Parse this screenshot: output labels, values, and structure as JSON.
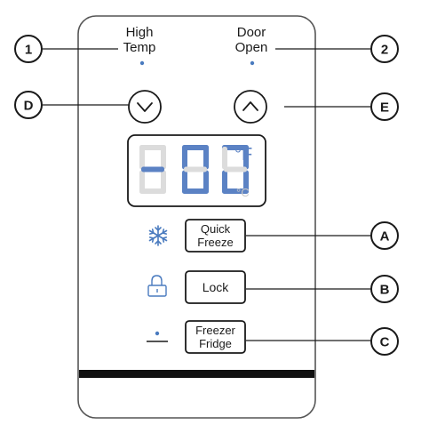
{
  "indicators": [
    {
      "callout": "1",
      "label_line1": "High",
      "label_line2": "Temp"
    },
    {
      "callout": "2",
      "label_line1": "Door",
      "label_line2": "Open"
    }
  ],
  "arrow_buttons": [
    {
      "callout": "D",
      "direction": "down",
      "icon": "chevron-down-icon"
    },
    {
      "callout": "E",
      "direction": "up",
      "icon": "chevron-up-icon"
    }
  ],
  "display": {
    "units": {
      "fahrenheit": "°F",
      "celsius": "°C"
    },
    "active_unit": "fahrenheit",
    "segment_color_on": "#5b82c4",
    "segment_color_off": "#dcdcdc",
    "digits": [
      {
        "on": [
          "g"
        ]
      },
      {
        "on": [
          "a",
          "b",
          "c",
          "d",
          "e",
          "f"
        ]
      },
      {
        "on": [
          "a",
          "b",
          "c",
          "d",
          "e"
        ]
      }
    ]
  },
  "keys": [
    {
      "callout": "A",
      "line1": "Quick",
      "line2": "Freeze",
      "icon": "snowflake-icon"
    },
    {
      "callout": "B",
      "line1": "Lock",
      "line2": "",
      "icon": "lock-icon"
    },
    {
      "callout": "C",
      "line1": "Freezer",
      "line2": "Fridge",
      "icon": "indicator-dot-icon"
    }
  ],
  "accent_color": "#4a7bbf"
}
